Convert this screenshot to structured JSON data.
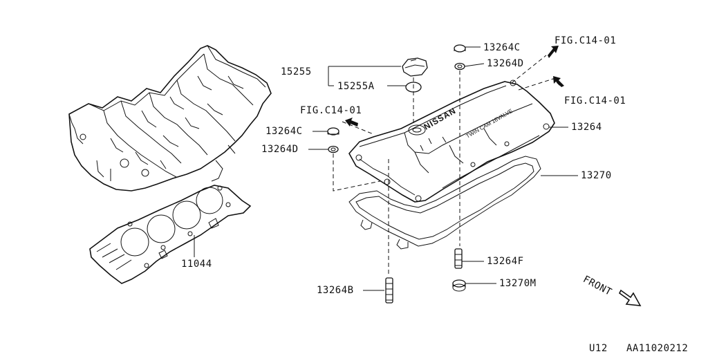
{
  "labels": {
    "p15255": "15255",
    "p15255A": "15255A",
    "p13264C_top": "13264C",
    "p13264D_top": "13264D",
    "fig_top": "FIG.C14-01",
    "fig_right": "FIG.C14-01",
    "fig_left": "FIG.C14-01",
    "p13264C_left": "13264C",
    "p13264D_left": "13264D",
    "p13264": "13264",
    "p13270": "13270",
    "p11044": "11044",
    "p13264F": "13264F",
    "p13264B": "13264B",
    "p13270M": "13270M",
    "front": "FRONT",
    "code_left": "U12",
    "code_right": "AA11020212"
  },
  "cover_text": {
    "brand": "NISSAN",
    "engine": "TWIN CAM 16VALVE"
  },
  "icons": [
    "arrow-icon",
    "front-arrow-icon"
  ]
}
